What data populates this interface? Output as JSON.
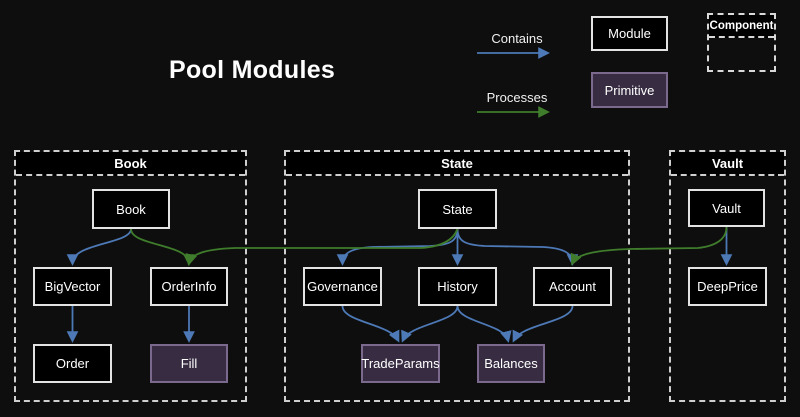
{
  "title": "Pool Modules",
  "legend": {
    "contains": "Contains",
    "processes": "Processes",
    "module": "Module",
    "primitive": "Primitive",
    "component": "Component"
  },
  "colors": {
    "background": "#0e0e0e",
    "contains_arrow_blue": "#4d79b6",
    "processes_arrow_green": "#3f7d2c",
    "module_fill": "#000000",
    "module_border": "#e3e3e3",
    "primitive_fill": "#372c42",
    "primitive_border": "#7b6a8e",
    "container_dash": "#cfcfcf",
    "text": "#ffffff"
  },
  "groups": {
    "book": {
      "label": "Book"
    },
    "state": {
      "label": "State"
    },
    "vault": {
      "label": "Vault"
    }
  },
  "nodes": {
    "book": {
      "label": "Book",
      "type": "module",
      "group": "Book"
    },
    "bigvector": {
      "label": "BigVector",
      "type": "module",
      "group": "Book"
    },
    "orderinfo": {
      "label": "OrderInfo",
      "type": "module",
      "group": "Book"
    },
    "order": {
      "label": "Order",
      "type": "module",
      "group": "Book"
    },
    "fill": {
      "label": "Fill",
      "type": "primitive",
      "group": "Book"
    },
    "state": {
      "label": "State",
      "type": "module",
      "group": "State"
    },
    "governance": {
      "label": "Governance",
      "type": "module",
      "group": "State"
    },
    "history": {
      "label": "History",
      "type": "module",
      "group": "State"
    },
    "account": {
      "label": "Account",
      "type": "module",
      "group": "State"
    },
    "tradeparams": {
      "label": "TradeParams",
      "type": "primitive",
      "group": "State"
    },
    "balances": {
      "label": "Balances",
      "type": "primitive",
      "group": "State"
    },
    "vault": {
      "label": "Vault",
      "type": "module",
      "group": "Vault"
    },
    "deepprice": {
      "label": "DeepPrice",
      "type": "module",
      "group": "Vault"
    }
  },
  "edges": [
    {
      "from": "Book",
      "to": "BigVector",
      "type": "contains"
    },
    {
      "from": "Book",
      "to": "OrderInfo",
      "type": "processes"
    },
    {
      "from": "BigVector",
      "to": "Order",
      "type": "contains"
    },
    {
      "from": "OrderInfo",
      "to": "Fill",
      "type": "contains"
    },
    {
      "from": "State",
      "to": "Governance",
      "type": "contains"
    },
    {
      "from": "State",
      "to": "History",
      "type": "contains"
    },
    {
      "from": "State",
      "to": "Account",
      "type": "contains"
    },
    {
      "from": "State",
      "to": "OrderInfo",
      "type": "processes"
    },
    {
      "from": "Governance",
      "to": "TradeParams",
      "type": "contains"
    },
    {
      "from": "History",
      "to": "TradeParams",
      "type": "contains"
    },
    {
      "from": "History",
      "to": "Balances",
      "type": "contains"
    },
    {
      "from": "Account",
      "to": "Balances",
      "type": "contains"
    },
    {
      "from": "Vault",
      "to": "DeepPrice",
      "type": "contains"
    },
    {
      "from": "Vault",
      "to": "Account",
      "type": "processes"
    }
  ]
}
